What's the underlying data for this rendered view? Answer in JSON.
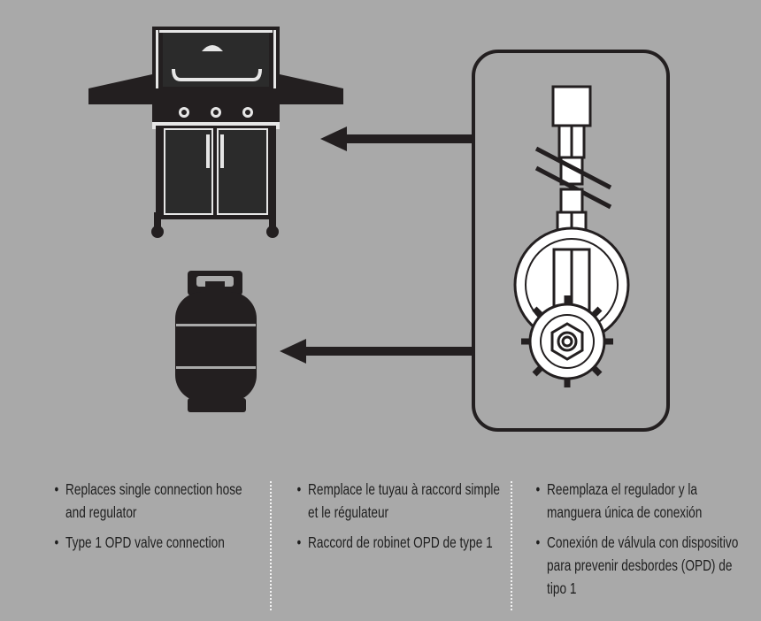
{
  "illustration": {
    "grill_icon": "gas-grill-icon",
    "tank_icon": "propane-tank-icon",
    "hose_regulator_icon": "hose-regulator-icon",
    "arrow_icon": "arrow-left-icon"
  },
  "columns": {
    "english": {
      "items": [
        "Replaces single connection hose and regulator",
        "Type 1 OPD valve connection"
      ]
    },
    "french": {
      "items": [
        "Remplace le tuyau à raccord simple et le régulateur",
        "Raccord de robinet OPD de type 1"
      ]
    },
    "spanish": {
      "items": [
        "Reemplaza el regulador y la manguera única de conexión",
        "Conexión de válvula con dispositivo para prevenir desbordes (OPD) de tipo 1"
      ]
    }
  },
  "colors": {
    "background": "#a9a9a9",
    "ink": "#231f20",
    "white": "#ffffff"
  }
}
